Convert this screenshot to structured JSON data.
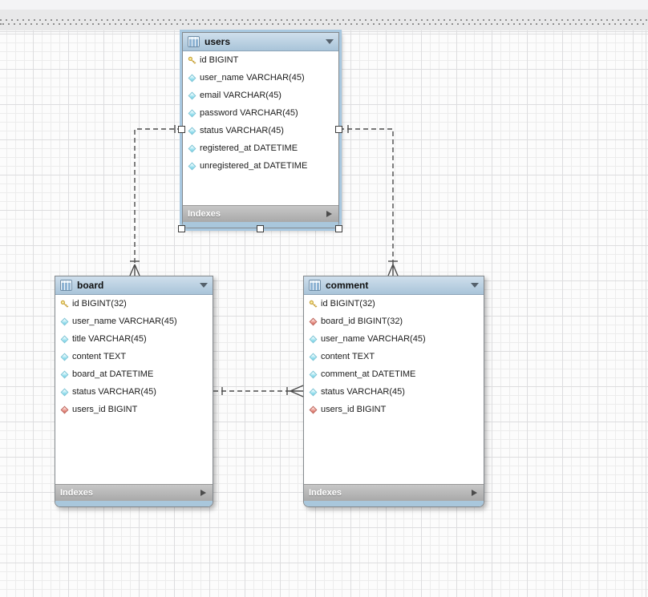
{
  "diagram": {
    "tables": [
      {
        "name": "users",
        "selected": true,
        "footer_label": "Indexes",
        "columns": [
          {
            "label": "id BIGINT",
            "type": "pk"
          },
          {
            "label": "user_name VARCHAR(45)",
            "type": "attr"
          },
          {
            "label": "email VARCHAR(45)",
            "type": "attr"
          },
          {
            "label": "password VARCHAR(45)",
            "type": "attr"
          },
          {
            "label": "status VARCHAR(45)",
            "type": "attr"
          },
          {
            "label": "registered_at DATETIME",
            "type": "attr"
          },
          {
            "label": "unregistered_at DATETIME",
            "type": "attr"
          }
        ]
      },
      {
        "name": "board",
        "selected": false,
        "footer_label": "Indexes",
        "columns": [
          {
            "label": "id BIGINT(32)",
            "type": "pk"
          },
          {
            "label": "user_name VARCHAR(45)",
            "type": "attr"
          },
          {
            "label": "title VARCHAR(45)",
            "type": "attr"
          },
          {
            "label": "content TEXT",
            "type": "attr"
          },
          {
            "label": "board_at DATETIME",
            "type": "attr"
          },
          {
            "label": "status VARCHAR(45)",
            "type": "attr"
          },
          {
            "label": "users_id BIGINT",
            "type": "fk"
          }
        ]
      },
      {
        "name": "comment",
        "selected": false,
        "footer_label": "Indexes",
        "columns": [
          {
            "label": "id BIGINT(32)",
            "type": "pk"
          },
          {
            "label": "board_id BIGINT(32)",
            "type": "fk"
          },
          {
            "label": "user_name VARCHAR(45)",
            "type": "attr"
          },
          {
            "label": "content TEXT",
            "type": "attr"
          },
          {
            "label": "comment_at DATETIME",
            "type": "attr"
          },
          {
            "label": "status VARCHAR(45)",
            "type": "attr"
          },
          {
            "label": "users_id BIGINT",
            "type": "fk"
          }
        ]
      }
    ],
    "relationships": [
      {
        "from": "users",
        "to": "board",
        "cardinality": "1:n",
        "line_style": "dashed"
      },
      {
        "from": "users",
        "to": "comment",
        "cardinality": "1:n",
        "line_style": "dashed"
      },
      {
        "from": "board",
        "to": "comment",
        "cardinality": "1:n",
        "line_style": "dashed"
      }
    ],
    "colors": {
      "table_header_bg": "#b7cfe2",
      "indexes_bar_bg": "#b5b5b5",
      "footer_strip": "#a9c7dc",
      "selection_outline": "#a8c8e0",
      "pk_icon": "#e9c94c",
      "attr_icon": "#79d6ea",
      "fk_icon": "#dc7064",
      "relationship_line": "#4a4a4a"
    }
  }
}
